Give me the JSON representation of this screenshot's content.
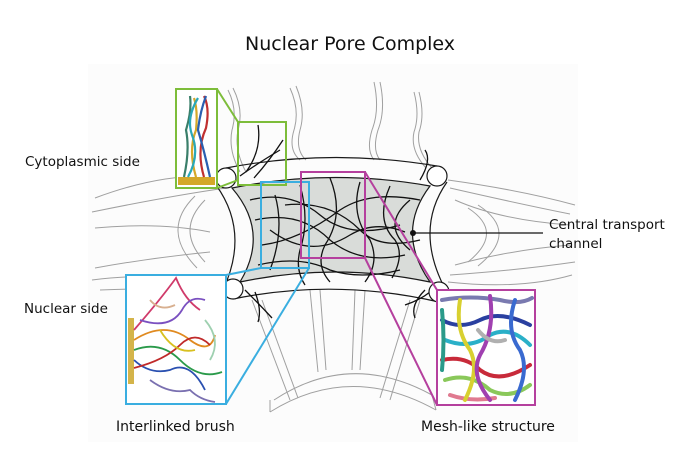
{
  "title": "Nuclear Pore Complex",
  "labels": {
    "cytoplasmic_side": "Cytoplasmic side",
    "nuclear_side": "Nuclear side",
    "central_channel_line1": "Central transport",
    "central_channel_line2": "channel",
    "interlinked_brush": "Interlinked brush",
    "mesh_like": "Mesh-like structure"
  },
  "colors": {
    "cytoplasmic_box": "#7dbd3a",
    "brush_box": "#3aaee0",
    "mesh_box": "#b5409e",
    "channel_fill": "#d9dcd9",
    "outline": "#1a1a1a",
    "sketch": "#9a9a9a",
    "anchor": "#d4a82a"
  },
  "insets": {
    "cytoplasmic": {
      "name": "cytoplasmic-filaments-inset"
    },
    "brush": {
      "name": "interlinked-brush-inset"
    },
    "mesh": {
      "name": "mesh-like-structure-inset"
    }
  }
}
